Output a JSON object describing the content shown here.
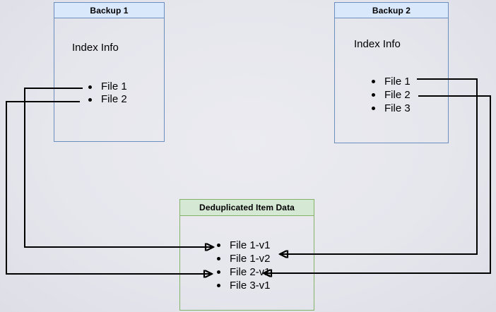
{
  "boxes": {
    "backup1": {
      "title": "Backup 1",
      "subtitle": "Index Info",
      "items": [
        "File 1",
        "File 2"
      ]
    },
    "backup2": {
      "title": "Backup 2",
      "subtitle": "Index Info",
      "items": [
        "File 1",
        "File 2",
        "File 3"
      ]
    },
    "dedup": {
      "title": "Deduplicated Item Data",
      "items": [
        "File 1-v1",
        "File 1-v2",
        "File 2-v1",
        "File 3-v1"
      ]
    }
  },
  "arrows": [
    {
      "from": "Backup 1 / File 1",
      "to": "File 1-v1"
    },
    {
      "from": "Backup 1 / File 2",
      "to": "File 2-v1"
    },
    {
      "from": "Backup 2 / File 1",
      "to": "File 1-v2"
    },
    {
      "from": "Backup 2 / File 2",
      "to": "File 2-v1"
    }
  ],
  "colors": {
    "blue_header_fill": "#dae8fc",
    "blue_border": "#6c8ebf",
    "green_header_fill": "#d5e8d4",
    "green_border": "#82b366",
    "arrow": "#000000",
    "background": "#e7e7ee",
    "text": "#000000"
  }
}
